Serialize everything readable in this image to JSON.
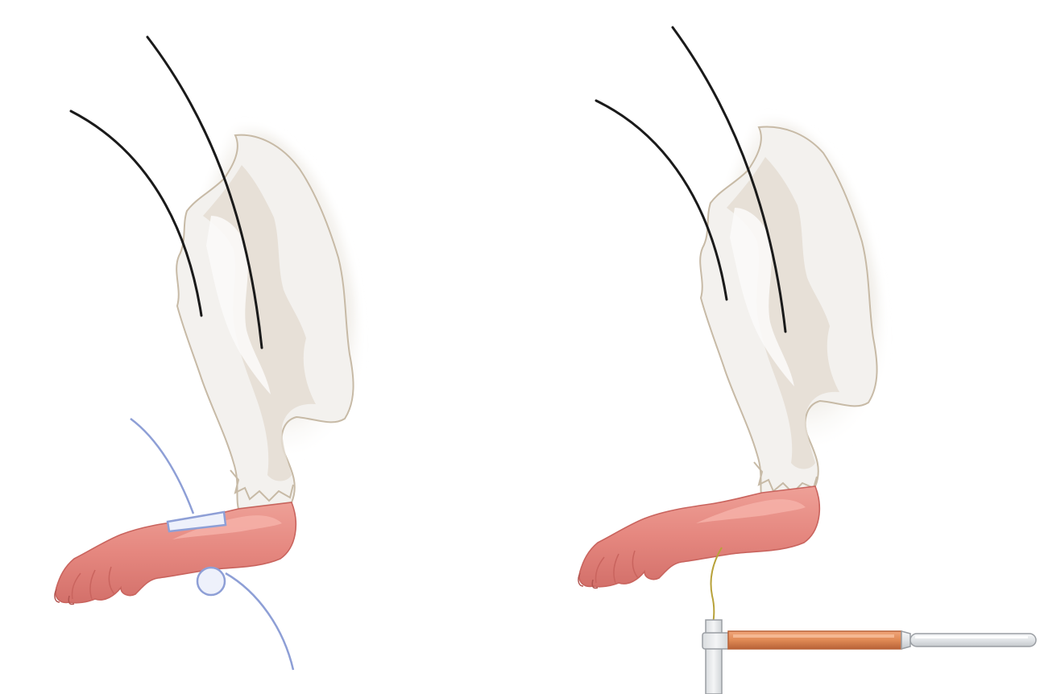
{
  "figure": {
    "panels": [
      {
        "id": "left",
        "elements": [
          "guide-wires",
          "furred-upper-limb",
          "shaved-forelimb",
          "cuff-band",
          "cuff-bulb",
          "cuff-tubing"
        ]
      },
      {
        "id": "right",
        "elements": [
          "guide-wires",
          "furred-upper-limb",
          "shaved-forelimb",
          "sensor-lead-wire",
          "probe-clamp",
          "probe-rod"
        ]
      }
    ],
    "colors": {
      "fur": "#f3f1ee",
      "fur_shadow": "#ddd5c9",
      "fur_outline": "#c7baa6",
      "skin": "#e5877f",
      "skin_highlight": "#f6b3aa",
      "skin_outline": "#c9645e",
      "wire": "#1a1a1a",
      "cuff": "#8e9fd6",
      "cuff_fill": "#eef1fb",
      "lead_wire": "#b8a23a",
      "probe_orange": "#e08a55",
      "probe_orange_dark": "#b86338",
      "probe_metal": "#e6e8ea",
      "probe_metal_outline": "#9a9ea3"
    }
  }
}
